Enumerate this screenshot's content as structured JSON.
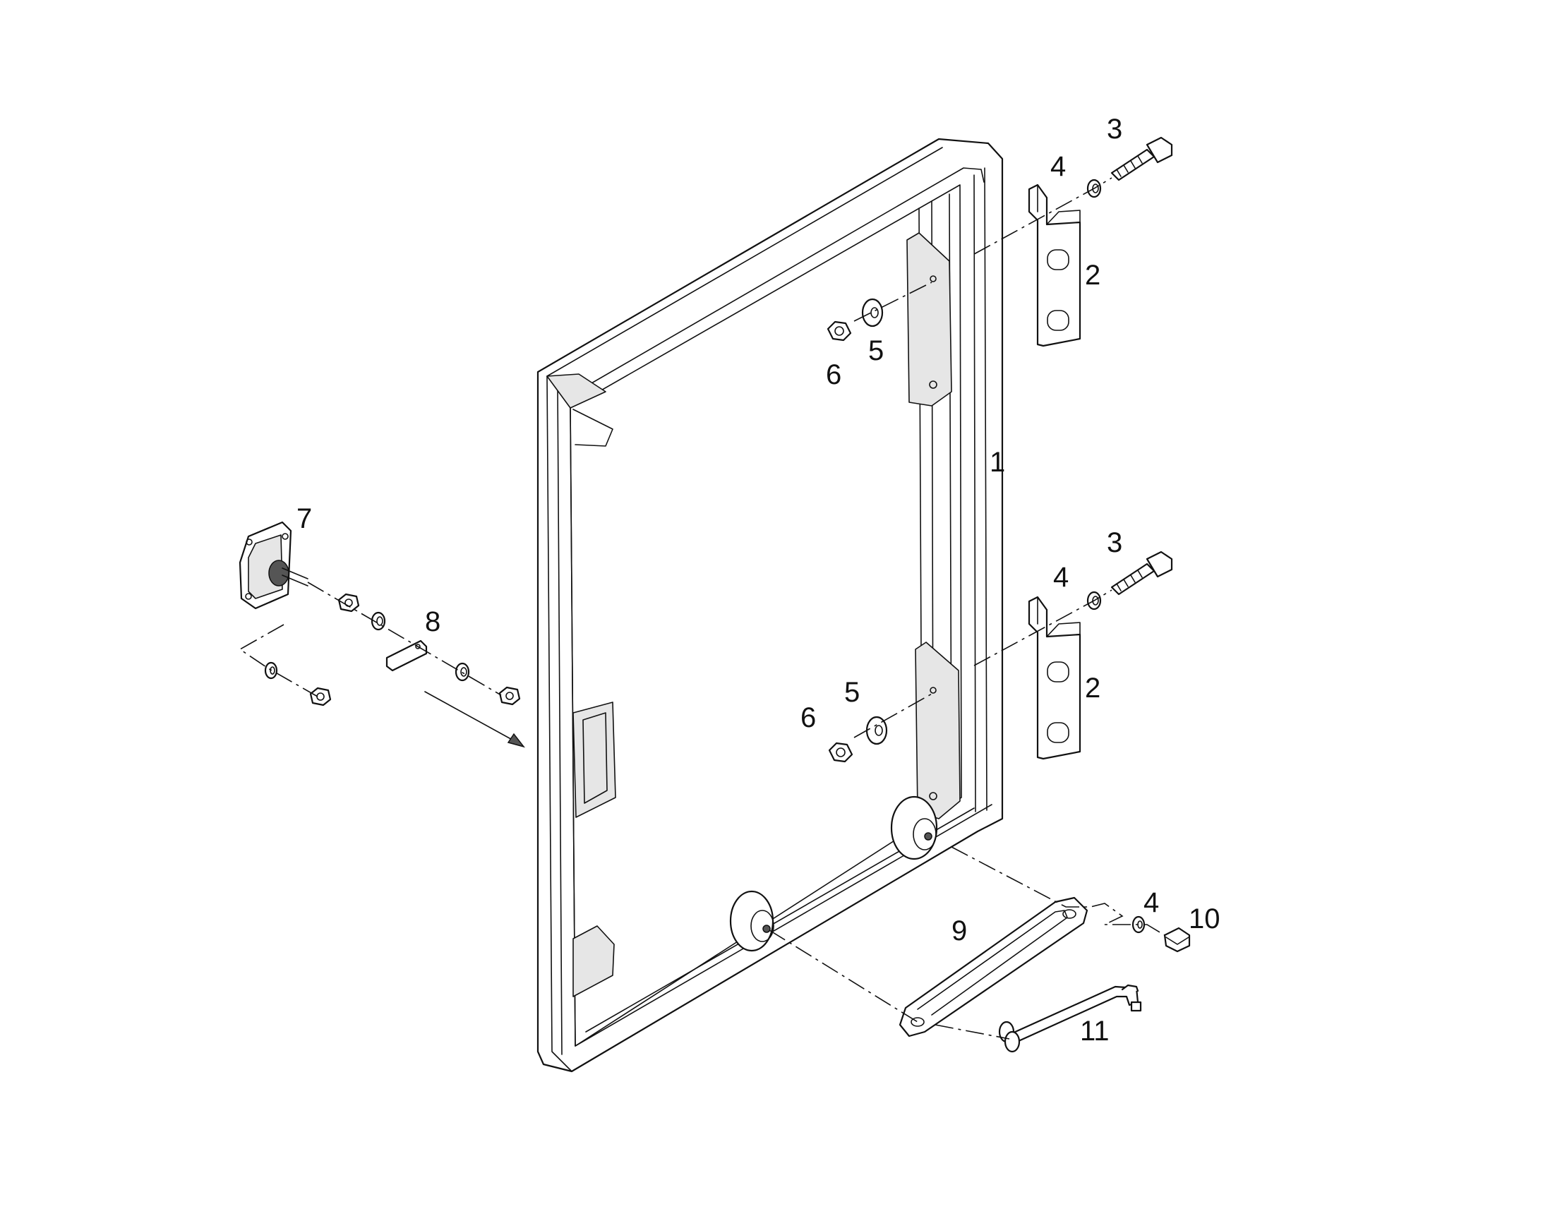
{
  "diagram": {
    "type": "exploded-parts-view",
    "callouts": [
      {
        "id": "c1",
        "text": "1"
      },
      {
        "id": "c2a",
        "text": "2"
      },
      {
        "id": "c2b",
        "text": "2"
      },
      {
        "id": "c3a",
        "text": "3"
      },
      {
        "id": "c3b",
        "text": "3"
      },
      {
        "id": "c4a",
        "text": "4"
      },
      {
        "id": "c4b",
        "text": "4"
      },
      {
        "id": "c4c",
        "text": "4"
      },
      {
        "id": "c5a",
        "text": "5"
      },
      {
        "id": "c5b",
        "text": "5"
      },
      {
        "id": "c6a",
        "text": "6"
      },
      {
        "id": "c6b",
        "text": "6"
      },
      {
        "id": "c7",
        "text": "7"
      },
      {
        "id": "c8",
        "text": "8"
      },
      {
        "id": "c9",
        "text": "9"
      },
      {
        "id": "c10",
        "text": "10"
      },
      {
        "id": "c11",
        "text": "11"
      }
    ],
    "line_color": "#111111",
    "background": "#ffffff"
  }
}
